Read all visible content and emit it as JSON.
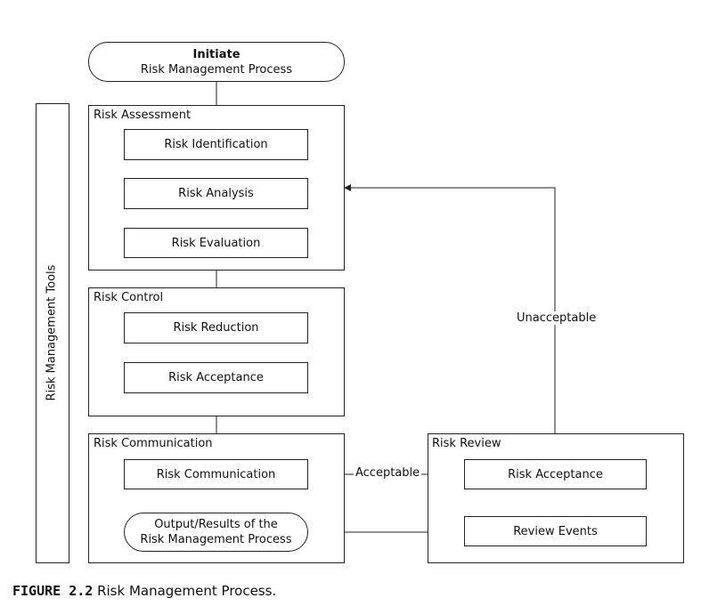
{
  "start": {
    "line1": "Initiate",
    "line2": "Risk Management Process"
  },
  "tools_label": "Risk Management Tools",
  "groups": {
    "assessment": "Risk Assessment",
    "control": "Risk Control",
    "communication": "Risk Communication",
    "review": "Risk Review"
  },
  "steps": {
    "identification": "Risk Identification",
    "analysis": "Risk Analysis",
    "evaluation": "Risk Evaluation",
    "reduction": "Risk Reduction",
    "acceptance": "Risk Acceptance",
    "communication": "Risk Communication",
    "output_line1": "Output/Results of the",
    "output_line2": "Risk Management Process",
    "review_acceptance": "Risk Acceptance",
    "review_events": "Review Events"
  },
  "edge_labels": {
    "acceptable": "Acceptable",
    "unacceptable": "Unacceptable"
  },
  "caption": {
    "figure": "FIGURE 2.2",
    "text": "Risk Management Process."
  }
}
